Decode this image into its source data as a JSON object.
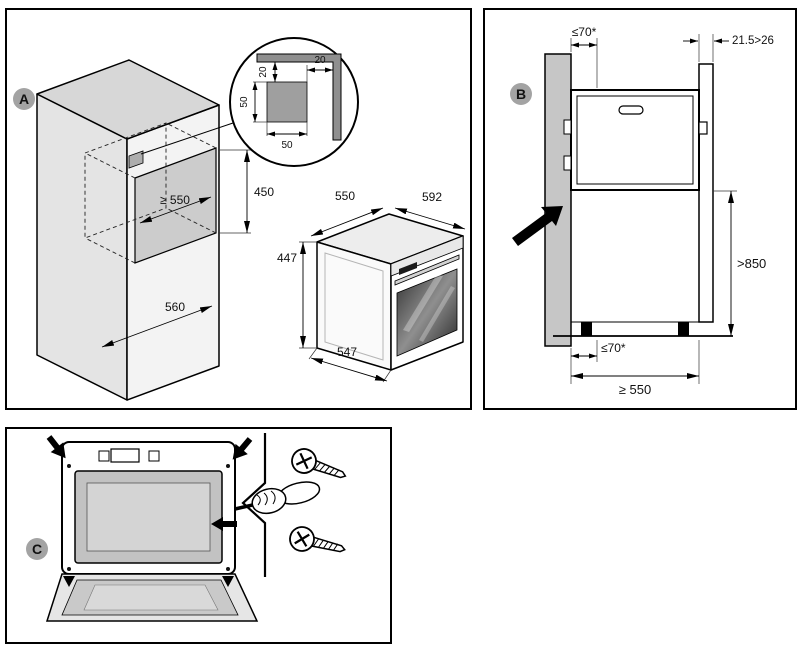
{
  "colors": {
    "outline": "#000000",
    "panel_background": "#ffffff",
    "wall_gray": "#c6c6c6",
    "badge_gray": "#a3a3a3",
    "cavity_gray": "#c9c9c9"
  },
  "panels": {
    "a": {
      "label": "A",
      "detail": {
        "offset_top": "20",
        "offset_side": "20",
        "square_height": "50",
        "square_width": "50"
      },
      "niche": {
        "width": "≥ 550",
        "height": "450",
        "depth": "560"
      },
      "oven": {
        "top_depth": "550",
        "top_width": "592",
        "height": "447",
        "bottom_depth": "547"
      }
    },
    "b": {
      "label": "B",
      "dims": {
        "top_gap": "≤70*",
        "rear_gap": "21.5>26",
        "plinth_height": ">850",
        "bottom_gap": "≤70*",
        "niche_width": "≥ 550"
      }
    },
    "c": {
      "label": "C"
    }
  }
}
